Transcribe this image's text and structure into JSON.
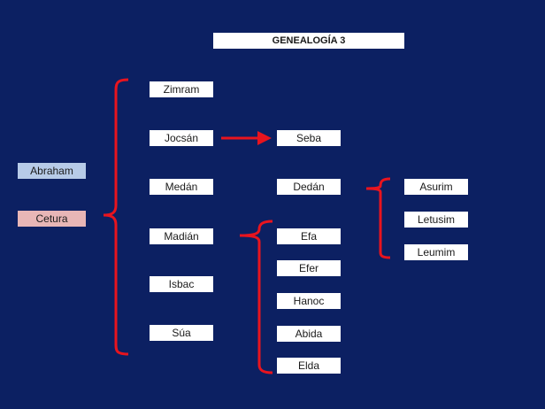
{
  "title": "GENEALOGÍA 3",
  "parents": {
    "father": "Abraham",
    "mother": "Cetura"
  },
  "sons": [
    "Zimram",
    "Jocsán",
    "Medán",
    "Madián",
    "Isbac",
    "Súa"
  ],
  "jocsan_sons": [
    "Seba",
    "Dedán"
  ],
  "dedan_sons": [
    "Asurim",
    "Letusim",
    "Leumim"
  ],
  "madian_sons": [
    "Efa",
    "Efer",
    "Hanoc",
    "Abida",
    "Elda"
  ],
  "colors": {
    "background": "#0c2062",
    "bracket": "#e8141e",
    "father_box": "#b7cbe8",
    "mother_box": "#e8b6b6"
  }
}
